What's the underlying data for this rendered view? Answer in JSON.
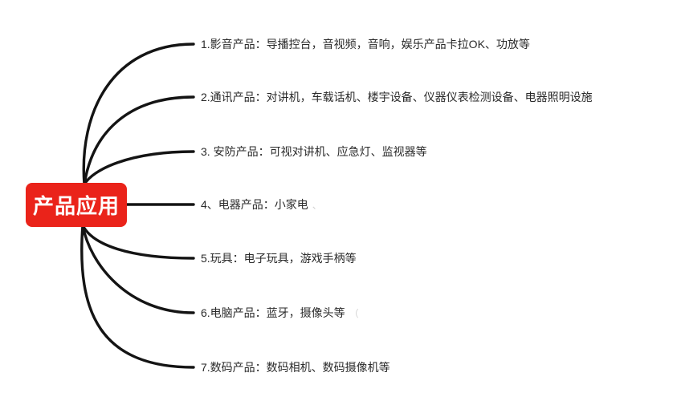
{
  "diagram": {
    "root": {
      "label": "产品应用"
    },
    "branches": [
      {
        "label": "1.影音产品：导播控台，音视频，音响，娱乐产品卡拉OK、功放等",
        "faint_suffix": ""
      },
      {
        "label": "2.通讯产品：对讲机，车载话机、楼宇设备、仪器仪表检测设备、电器照明设施",
        "faint_suffix": ""
      },
      {
        "label": "3. 安防产品：可视对讲机、应急灯、监视器等",
        "faint_suffix": ""
      },
      {
        "label": "4、电器产品：小家电",
        "faint_suffix": "、"
      },
      {
        "label": "5.玩具：电子玩具，游戏手柄等",
        "faint_suffix": ""
      },
      {
        "label": "6.电脑产品：蓝牙，摄像头等",
        "faint_suffix": "（"
      },
      {
        "label": "7.数码产品：数码相机、数码摄像机等",
        "faint_suffix": ""
      }
    ]
  },
  "colors": {
    "root_bg": "#ea231a",
    "root_text": "#ffffff",
    "line": "#141414",
    "branch_text": "#2a2a2a"
  }
}
